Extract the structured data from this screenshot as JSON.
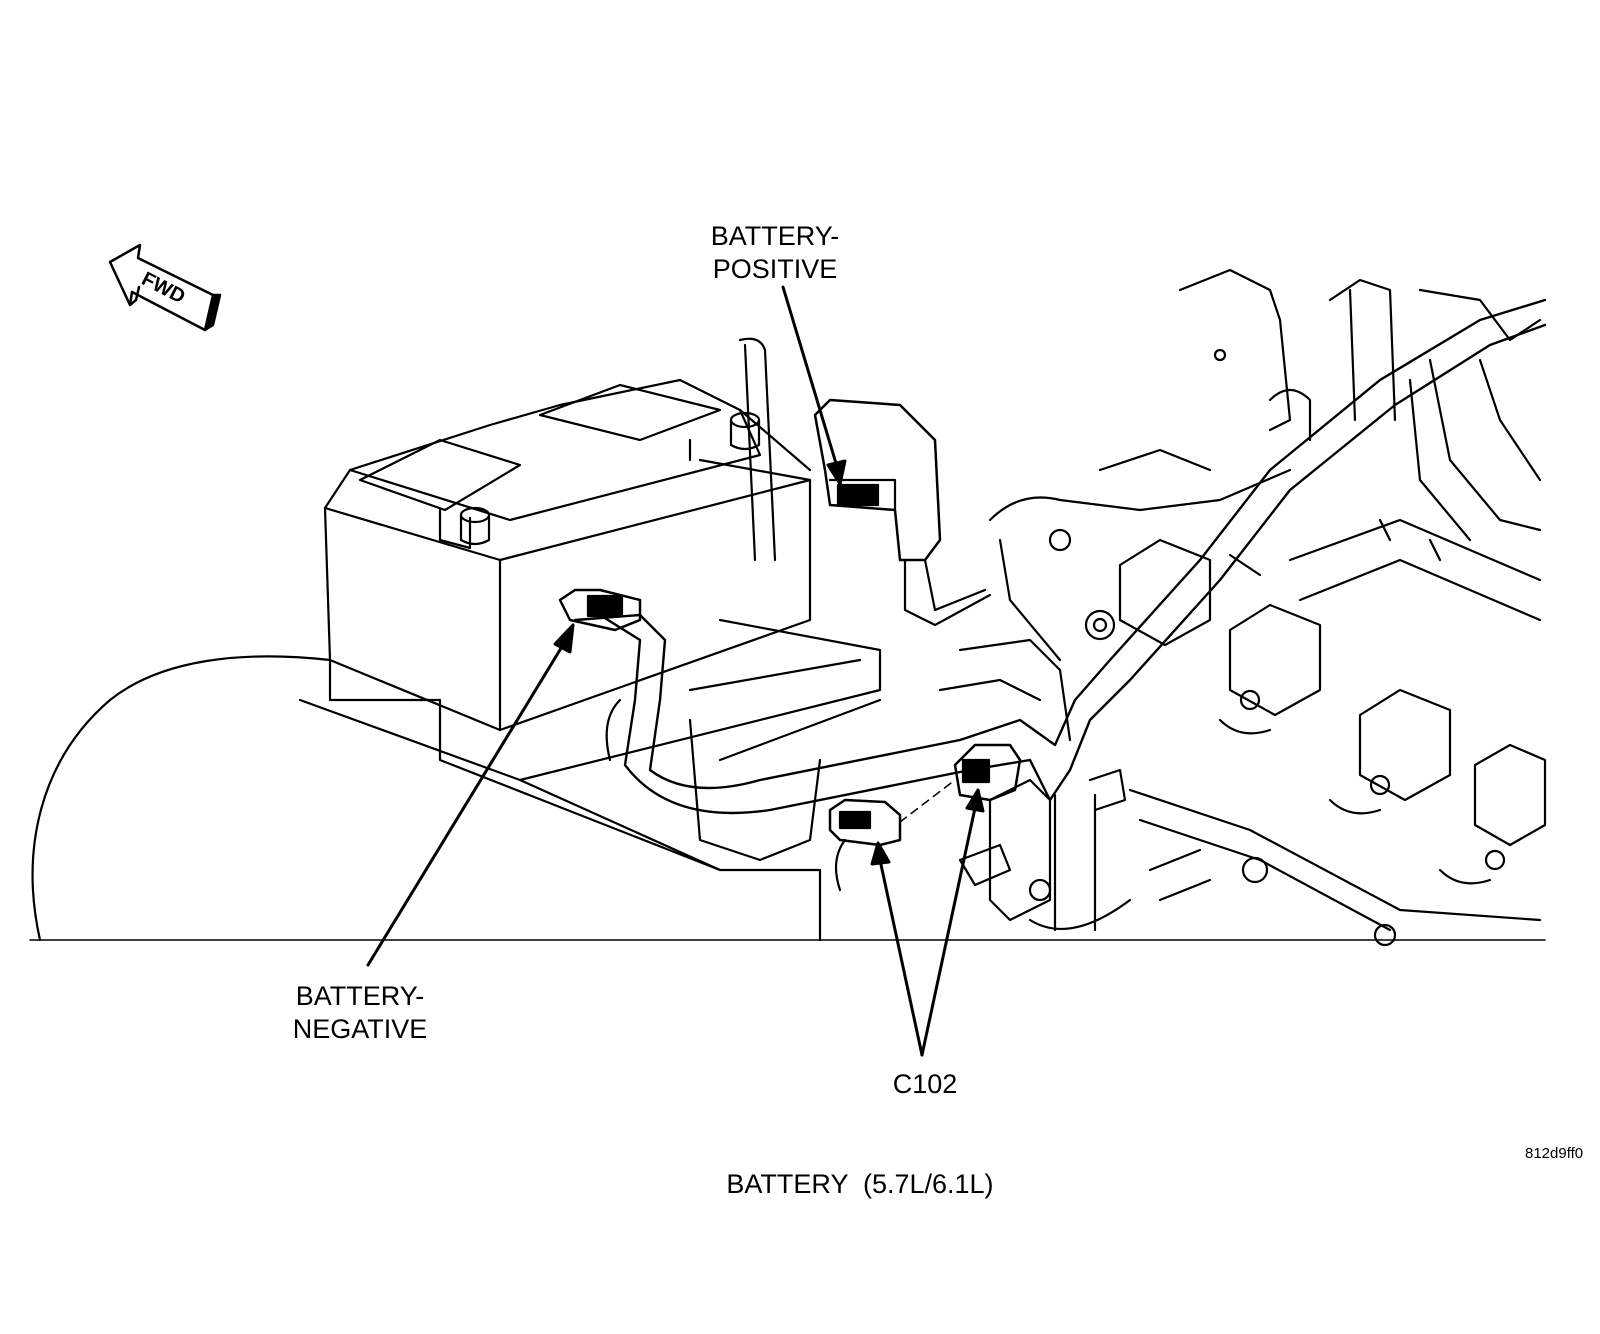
{
  "diagram": {
    "direction_marker": "FWD",
    "callouts": {
      "battery_positive": [
        "BATTERY-",
        "POSITIVE"
      ],
      "battery_negative": [
        "BATTERY-",
        "NEGATIVE"
      ],
      "connector": "C102"
    },
    "image_code": "812d9ff0",
    "caption": "BATTERY  (5.7L/6.1L)"
  }
}
